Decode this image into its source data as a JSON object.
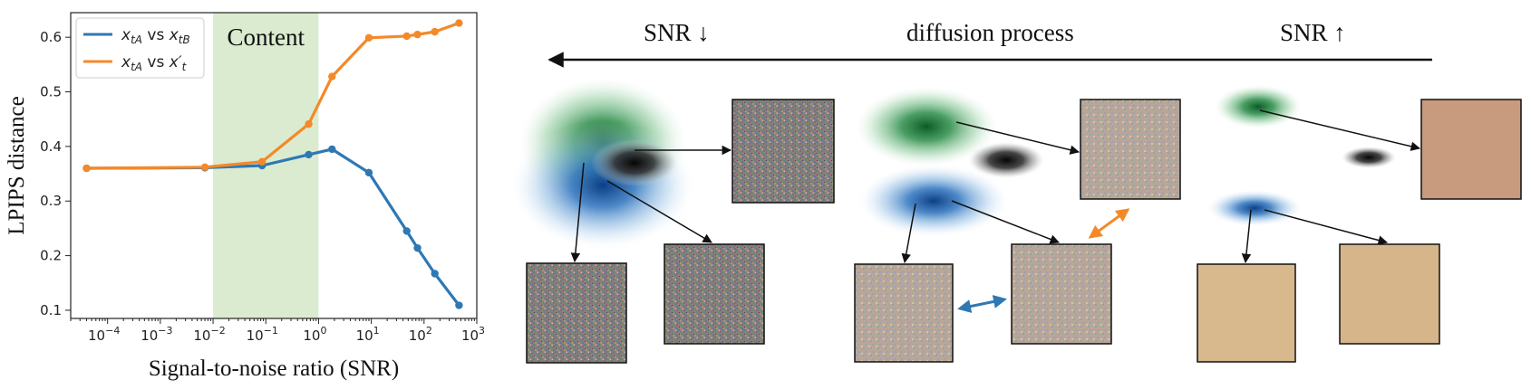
{
  "chart_data": {
    "type": "line",
    "xlabel": "Signal-to-noise ratio (SNR)",
    "ylabel": "LPIPS distance",
    "xscale": "log",
    "xlim": [
      2e-05,
      1000
    ],
    "ylim": [
      0.085,
      0.645
    ],
    "xtick_labels": [
      {
        "value": 0.0001,
        "base": "10",
        "exp": "−4"
      },
      {
        "value": 0.001,
        "base": "10",
        "exp": "−3"
      },
      {
        "value": 0.01,
        "base": "10",
        "exp": "−2"
      },
      {
        "value": 0.1,
        "base": "10",
        "exp": "−1"
      },
      {
        "value": 1,
        "base": "10",
        "exp": "0"
      },
      {
        "value": 10,
        "base": "10",
        "exp": "1"
      },
      {
        "value": 100,
        "base": "10",
        "exp": "2"
      },
      {
        "value": 1000,
        "base": "10",
        "exp": "3"
      }
    ],
    "ytick_labels": [
      "0.1",
      "0.2",
      "0.3",
      "0.4",
      "0.5",
      "0.6"
    ],
    "ytick_values": [
      0.1,
      0.2,
      0.3,
      0.4,
      0.5,
      0.6
    ],
    "grid": false,
    "legend_position": "top-left",
    "shaded_region": {
      "x_range": [
        0.01,
        1
      ],
      "label": "Content",
      "color": "#dbebcf",
      "label_color": "#3f7a3a"
    },
    "series": [
      {
        "name": "x_tA vs x_tB",
        "color": "#2e78b4",
        "x": [
          4e-05,
          0.007,
          0.085,
          0.65,
          1.8,
          9,
          47,
          75,
          160,
          460
        ],
        "y": [
          0.36,
          0.361,
          0.365,
          0.385,
          0.395,
          0.352,
          0.245,
          0.214,
          0.167,
          0.109
        ]
      },
      {
        "name": "x_tA vs x′_t",
        "color": "#f4892a",
        "x": [
          4e-05,
          0.007,
          0.085,
          0.65,
          1.8,
          9,
          47,
          75,
          160,
          460
        ],
        "y": [
          0.36,
          0.362,
          0.372,
          0.441,
          0.528,
          0.599,
          0.602,
          0.605,
          0.61,
          0.626
        ]
      }
    ],
    "legend": [
      {
        "main": "x",
        "sub": "tA",
        "mid": " vs ",
        "main2": "x",
        "sub2": "tB"
      },
      {
        "main": "x",
        "sub": "tA",
        "mid": " vs ",
        "main2": "x′",
        "sub2": "t"
      }
    ]
  },
  "diagram": {
    "snr_down_label": "SNR ↓",
    "process_label": "diffusion process",
    "snr_up_label": "SNR ↑",
    "colors": {
      "green": "#1f7a3b",
      "blue": "#1a5ea8",
      "gray": "#222222",
      "orange": "#f4892a",
      "link_blue": "#2e78b4"
    }
  }
}
